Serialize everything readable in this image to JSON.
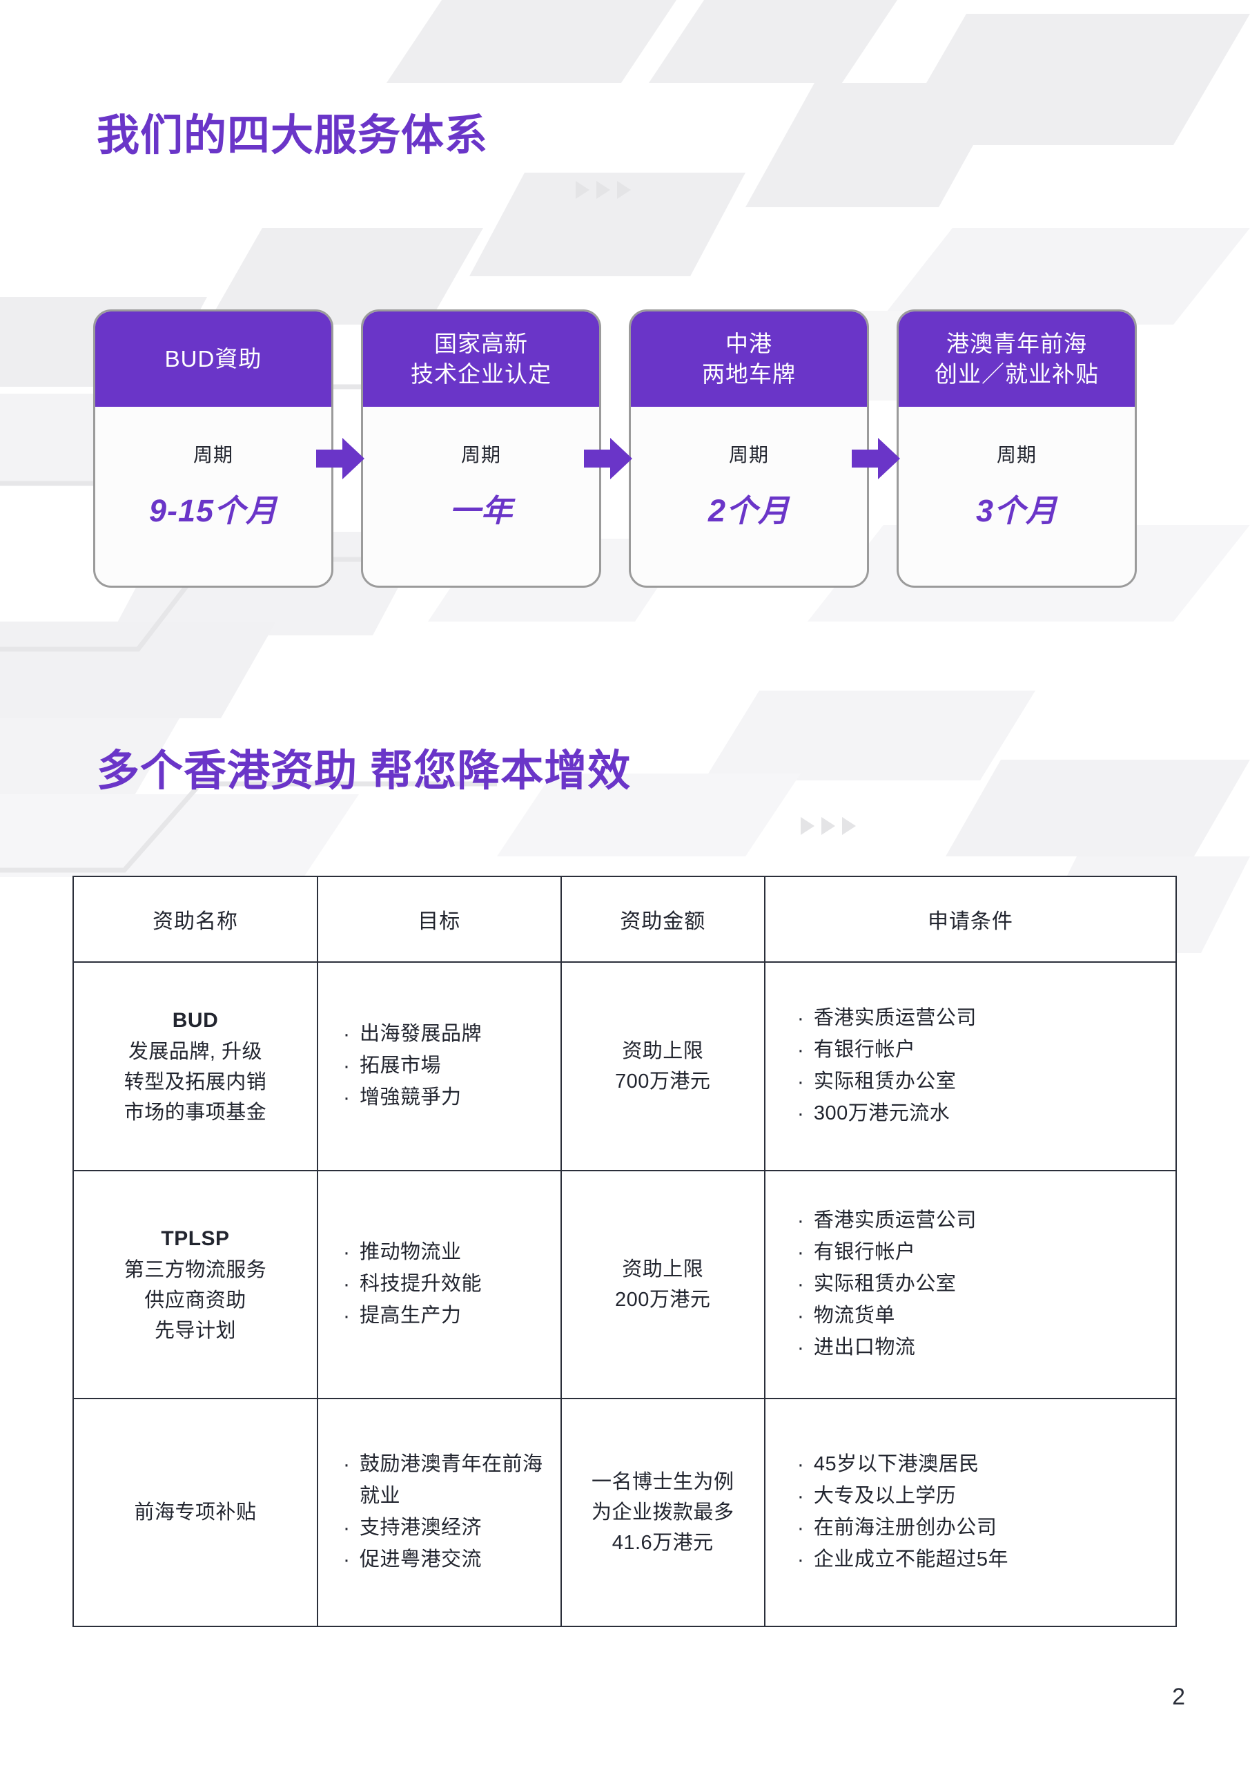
{
  "page": {
    "number": "2",
    "accent_color": "#6a35c8",
    "card_border_color": "#9b9b9b",
    "table_border_color": "#2b2f3a",
    "decor_color": "#e8e8ea"
  },
  "section1": {
    "title": "我们的四大服务体系",
    "decor_icon": "triangle-right-icon",
    "cards": [
      {
        "head_lines": [
          "BUD資助"
        ],
        "period_label": "周期",
        "period_value": "9-15个月"
      },
      {
        "head_lines": [
          "国家高新",
          "技术企业认定"
        ],
        "period_label": "周期",
        "period_value": "一年"
      },
      {
        "head_lines": [
          "中港",
          "两地车牌"
        ],
        "period_label": "周期",
        "period_value": "2个月"
      },
      {
        "head_lines": [
          "港澳青年前海",
          "创业／就业补贴"
        ],
        "period_label": "周期",
        "period_value": "3个月"
      }
    ],
    "arrow_icon": "arrow-right-icon"
  },
  "section2": {
    "title": "多个香港资助 帮您降本增效",
    "decor_icon": "triangle-right-icon",
    "table": {
      "headers": [
        "资助名称",
        "目标",
        "资助金额",
        "申请条件"
      ],
      "rows": [
        {
          "name_title": "BUD",
          "name_lines": [
            "发展品牌, 升级",
            "转型及拓展内销",
            "市场的事项基金"
          ],
          "goals": [
            "出海發展品牌",
            "拓展市場",
            "增強競爭力"
          ],
          "amount_lines": [
            "资助上限",
            "700万港元"
          ],
          "conditions": [
            "香港实质运营公司",
            "有银行帐户",
            "实际租赁办公室",
            "300万港元流水"
          ]
        },
        {
          "name_title": "TPLSP",
          "name_lines": [
            "第三方物流服务",
            "供应商资助",
            "先导计划"
          ],
          "goals": [
            "推动物流业",
            "科技提升效能",
            "提高生产力"
          ],
          "amount_lines": [
            "资助上限",
            "200万港元"
          ],
          "conditions": [
            "香港实质运营公司",
            "有银行帐户",
            "实际租赁办公室",
            "物流货单",
            "进出口物流"
          ]
        },
        {
          "name_title": "",
          "name_lines": [
            "前海专项补贴"
          ],
          "goals": [
            "鼓励港澳青年在前海就业",
            "支持港澳经济",
            "促进粤港交流"
          ],
          "amount_lines": [
            "一名博士生为例",
            "为企业拨款最多",
            "41.6万港元"
          ],
          "conditions": [
            "45岁以下港澳居民",
            "大专及以上学历",
            "在前海注册创办公司",
            "企业成立不能超过5年"
          ]
        }
      ]
    }
  }
}
